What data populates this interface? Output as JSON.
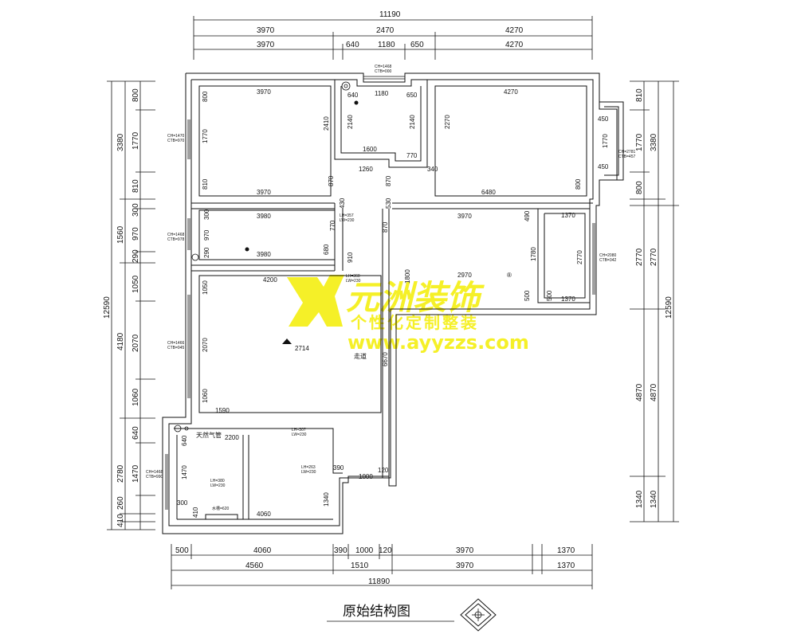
{
  "title": "原始结构图",
  "watermark": {
    "brand": "元洲装饰",
    "slogan": "个性化定制整装",
    "url": "www.ayyzzs.com",
    "registered": "®"
  },
  "dims_top": {
    "total": "11190",
    "row1": [
      "3970",
      "2470",
      "4270"
    ],
    "row2": [
      "3970",
      "640",
      "1180",
      "650",
      "4270"
    ]
  },
  "dims_bottom": {
    "row1": [
      "500",
      "4060",
      "390",
      "1000",
      "120",
      "3970",
      "1370"
    ],
    "row2": [
      "4560",
      "1510",
      "3970",
      "1370"
    ],
    "total": "11890"
  },
  "dims_left": {
    "total": "12590",
    "outer": [
      "3380",
      "1560",
      "4180",
      "2780",
      "410",
      "260"
    ],
    "inner": [
      "800",
      "1770",
      "810",
      "300",
      "970",
      "290",
      "1050",
      "2070",
      "1060",
      "640",
      "1470"
    ]
  },
  "dims_right": {
    "total": "12590",
    "outer": [
      "3380",
      "2770",
      "4870",
      "1340"
    ],
    "inner": [
      "810",
      "1770",
      "800",
      "2770",
      "4870",
      "1340"
    ]
  },
  "room_labels": {
    "r1": [
      "3970",
      "800",
      "1770",
      "810",
      "3970",
      "2410"
    ],
    "bath": [
      "640",
      "1180",
      "650",
      "2140",
      "2140",
      "1600",
      "770",
      "1260",
      "340"
    ],
    "r2": [
      "4270",
      "2270",
      "450",
      "1770",
      "450",
      "800",
      "6480",
      "870"
    ],
    "r3": [
      "3980",
      "300",
      "970",
      "290",
      "3980",
      "770",
      "680",
      "910",
      "430",
      "530",
      "870"
    ],
    "r4": [
      "3970",
      "490",
      "1370",
      "1780",
      "2770",
      "500",
      "500",
      "1370",
      "1800",
      "2970"
    ],
    "living": [
      "4200",
      "1050",
      "2070",
      "1060",
      "1590",
      "2714",
      "走道",
      "6670"
    ],
    "kitchen": [
      "2200",
      "640",
      "1470",
      "300",
      "410",
      "4060",
      "390",
      "1000",
      "120",
      "1340",
      "天然气管"
    ]
  },
  "notes": {
    "ch1": "CH=1470",
    "ctb1": "CTB=970",
    "ch2": "CH=1468",
    "ctb2": "CTB=978",
    "ch3": "CH=1466",
    "ctb3": "CTB=945",
    "ch4": "CH=1468",
    "ctb4": "CTB=990",
    "ch5": "CH=1468",
    "ctb5": "CTB=000",
    "ch6": "CH=2080",
    "ctb6": "CTB=342",
    "ch7": "CH=2781",
    "ctb7": "CTB=457",
    "lh1": "LH=357",
    "lw1": "LW=230",
    "lh2": "LH=360",
    "lw2": "LW=230",
    "lh3": "LH=307",
    "lw3": "LW=230",
    "lh4": "LH=263",
    "lw4": "LW=230",
    "lh5": "LH=380",
    "lw5": "LW=230",
    "sink": "水槽=620"
  }
}
